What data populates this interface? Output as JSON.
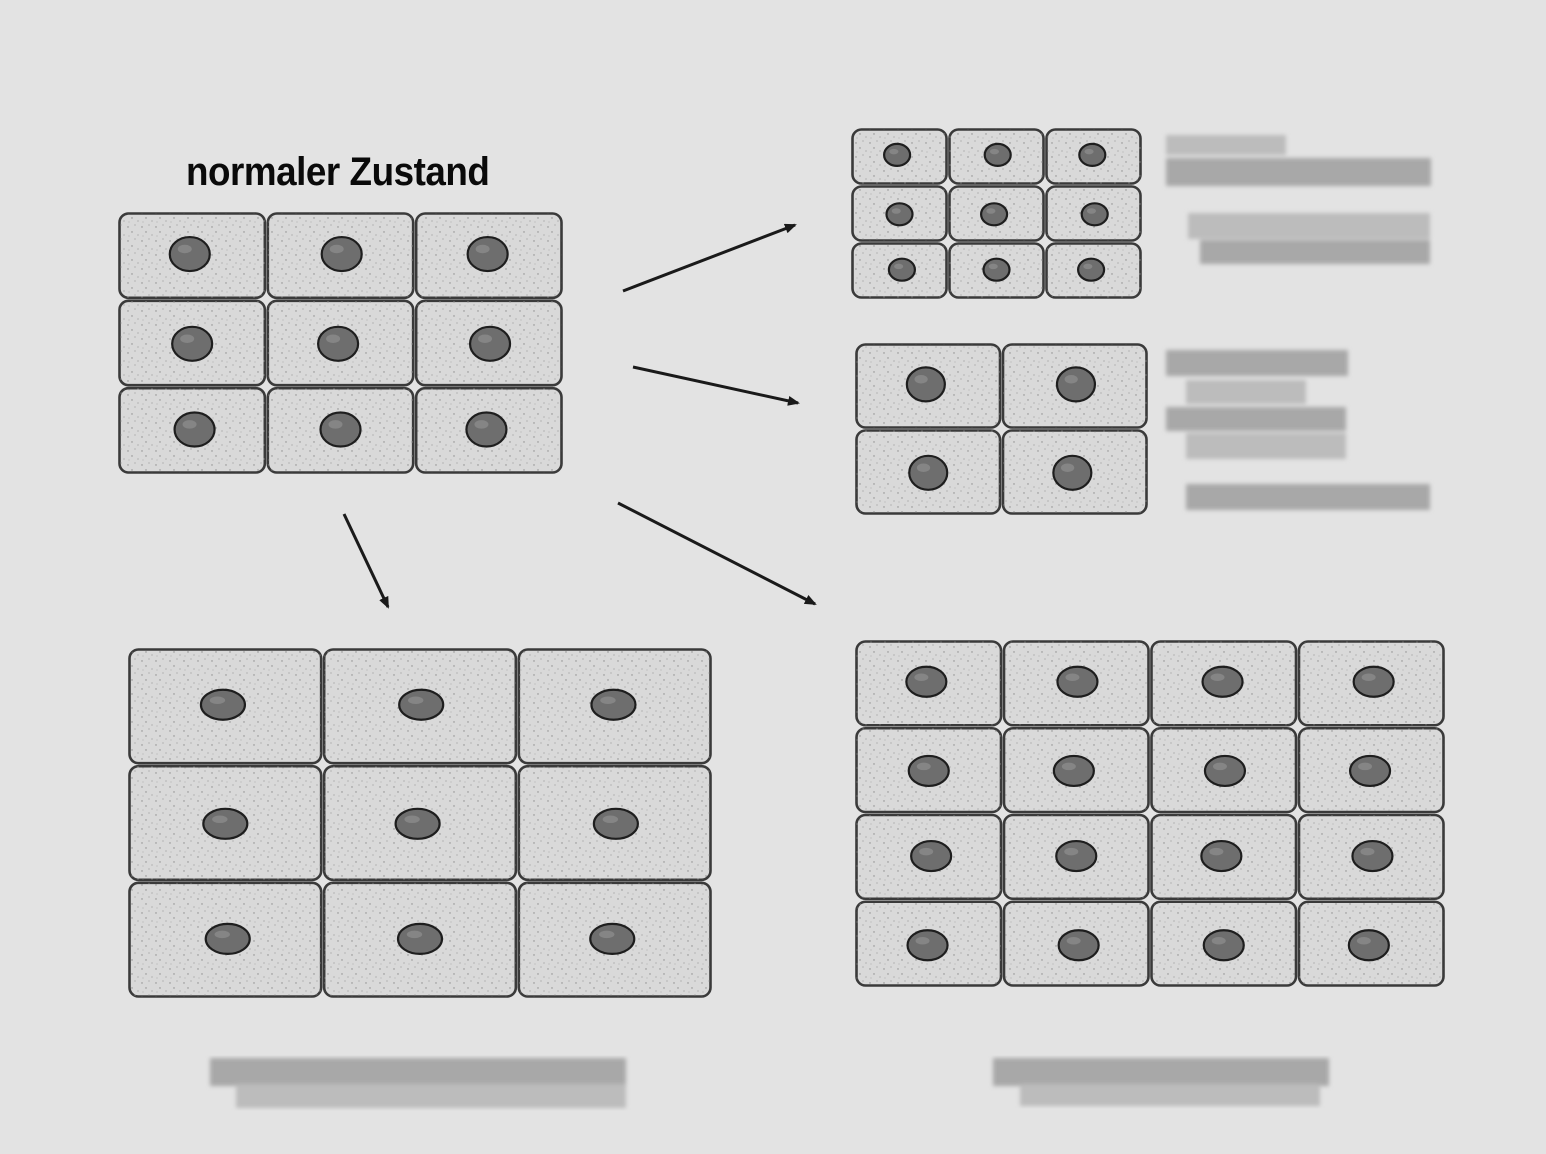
{
  "title": "normaler Zustand",
  "colors": {
    "background": "#e3e3e3",
    "cell_fill": "#d9d9d9",
    "cell_stroke": "#3a3a3a",
    "nucleus_fill": "#6e6e6e",
    "nucleus_stroke": "#1e1e1e",
    "arrow": "#1a1a1a",
    "blur_label": "#a8a8a8"
  },
  "groups": [
    {
      "id": "normal",
      "rows": 3,
      "cols": 3
    },
    {
      "id": "top-right-small",
      "rows": 3,
      "cols": 3
    },
    {
      "id": "middle-right-large",
      "rows": 2,
      "cols": 2
    },
    {
      "id": "bottom-left-large",
      "rows": 3,
      "cols": 3
    },
    {
      "id": "bottom-right-many",
      "rows": 4,
      "cols": 4
    }
  ],
  "arrows": 4,
  "obscured_labels": 4
}
